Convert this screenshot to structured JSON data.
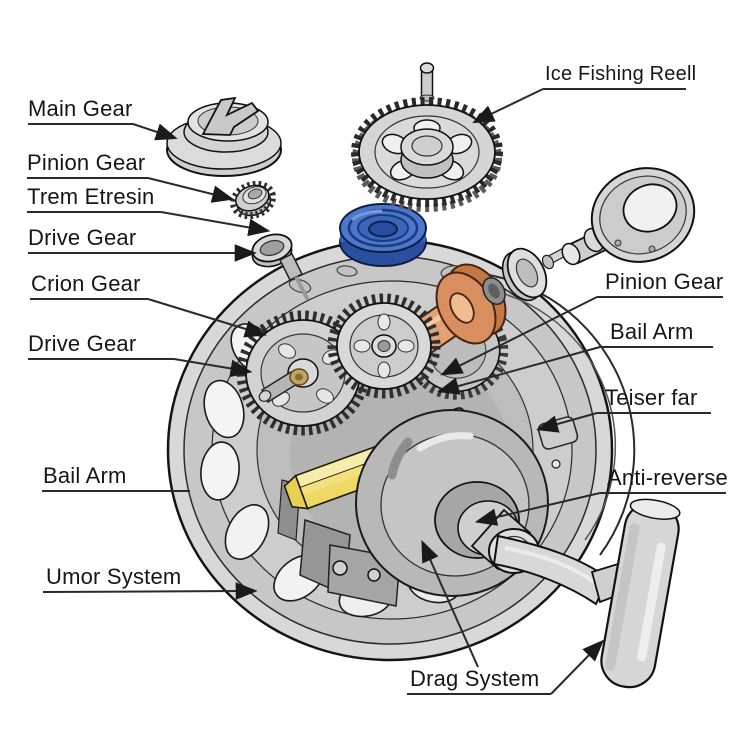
{
  "diagram": {
    "subject": "Ice fishing reel exploded-parts diagram",
    "style": "black-outline technical illustration, grayscale metal with blue bearing, copper spool shaft and yellow bar highlights"
  },
  "labels": [
    {
      "id": "main-gear",
      "text": "Main Gear"
    },
    {
      "id": "pinion-gear-left",
      "text": "Pinion Gear"
    },
    {
      "id": "trem-etresin",
      "text": "Trem Etresin"
    },
    {
      "id": "drive-gear-upper",
      "text": "Drive Gear"
    },
    {
      "id": "crion-gear",
      "text": "Crion Gear"
    },
    {
      "id": "drive-gear-lower",
      "text": "Drive Gear"
    },
    {
      "id": "bail-arm-left",
      "text": "Bail Arm"
    },
    {
      "id": "umor-system",
      "text": "Umor System"
    },
    {
      "id": "ice-fishing-reell",
      "text": "Ice Fishing Reell"
    },
    {
      "id": "pinion-gear-right",
      "text": "Pinion Gear"
    },
    {
      "id": "bail-arm-right",
      "text": "Bail Arm"
    },
    {
      "id": "teiser-far",
      "text": "Teiser far"
    },
    {
      "id": "anti-reverse",
      "text": "Anti-reverse"
    },
    {
      "id": "drag-system",
      "text": "Drag System"
    }
  ],
  "colors": {
    "outline": "#1a1a1a",
    "metal_light": "#d8d8d8",
    "metal_mid": "#bdbdbd",
    "bearing_blue": "#4b77cc",
    "shaft_orange": "#dd9464",
    "bar_yellow": "#eed964",
    "brass": "#c7a266"
  }
}
